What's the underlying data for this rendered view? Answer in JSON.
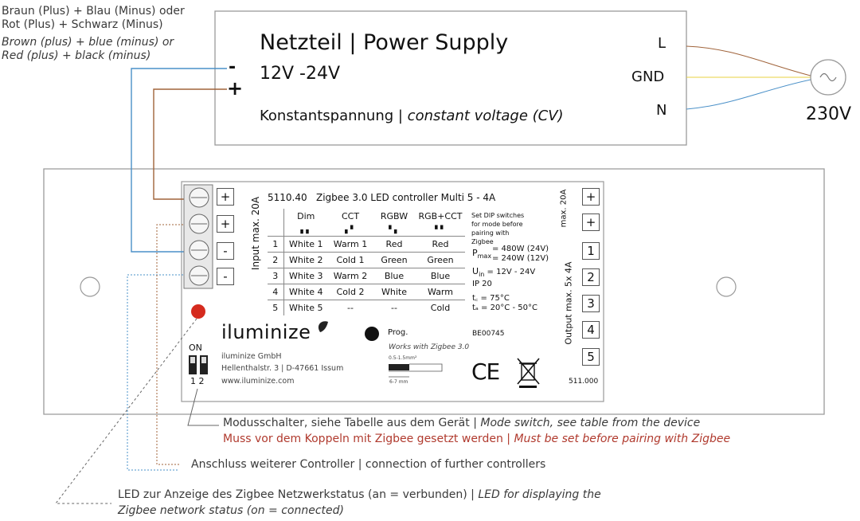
{
  "notes": {
    "wiring_de_1": "Braun (Plus) + Blau (Minus) oder",
    "wiring_de_2": "Rot (Plus) + Schwarz (Minus)",
    "wiring_en_1": "Brown (plus) + blue (minus) or",
    "wiring_en_2": "Red (plus) + black (minus)",
    "mode_switch_de": "Modusschalter, siehe Tabelle aus dem Gerät | ",
    "mode_switch_en": "Mode switch, see table from the device",
    "pairing_de": "Muss vor dem Koppeln mit Zigbee gesetzt werden | ",
    "pairing_en": "Must be set before pairing with Zigbee",
    "connection": "Anschluss weiterer Controller | connection of further controllers",
    "led_de": "LED zur Anzeige des Zigbee Netzwerkstatus (an = verbunden) | ",
    "led_en_1": "LED for displaying the",
    "led_en_2": "Zigbee network status (on = connected)"
  },
  "power_supply": {
    "title": "Netzteil | Power Supply",
    "voltage": "12V -24V",
    "type_de": "Konstantspannung | ",
    "type_en": "constant voltage (CV)",
    "minus": "-",
    "plus": "+",
    "terminals": [
      "L",
      "GND",
      "N"
    ],
    "mains": "230V"
  },
  "controller": {
    "model_no": "5110.40",
    "model_name": "Zigbee 3.0 LED controller Multi 5 - 4A",
    "input_label": "Input max. 20A",
    "input_terminals": [
      "+",
      "+",
      "-",
      "-"
    ],
    "max_label": "max. 20A",
    "max_terminals": [
      "+",
      "+"
    ],
    "output_label": "Output max. 5x 4A",
    "output_terminals": [
      "1",
      "2",
      "3",
      "4",
      "5"
    ],
    "dip_note": "Set DIP switches for mode before pairing with Zigbee",
    "pmax_label": "P",
    "pmax_sub": "max",
    "pmax_24": "= 480W (24V)",
    "pmax_12": "= 240W (12V)",
    "uin_label": "U",
    "uin_sub": "in",
    "uin_val": "= 12V - 24V",
    "ip": "IP 20",
    "tc": "t꜀ = 75°C",
    "ta": "tₐ = 20°C - 50°C",
    "brand": "iluminize",
    "company": "iluminize GmbH",
    "address": "Hellenthalstr. 3 | D-47661 Issum",
    "website": "www.iluminize.com",
    "prog": "Prog.",
    "works_with": "Works with Zigbee 3.0",
    "article": "BE00745",
    "strip_label_top": "0.5-1.5mm²",
    "strip_label_bottom": "6-7 mm",
    "ce": "CE",
    "code": "511.000",
    "dip_on": "ON",
    "dip_numbers": "1 2"
  },
  "mode_table": {
    "headers": [
      "Dim",
      "CCT",
      "RGBW",
      "RGB+CCT"
    ],
    "rows": [
      {
        "n": "1",
        "cells": [
          "White 1",
          "Warm 1",
          "Red",
          "Red"
        ]
      },
      {
        "n": "2",
        "cells": [
          "White 2",
          "Cold 1",
          "Green",
          "Green"
        ]
      },
      {
        "n": "3",
        "cells": [
          "White 3",
          "Warm 2",
          "Blue",
          "Blue"
        ]
      },
      {
        "n": "4",
        "cells": [
          "White 4",
          "Cold 2",
          "White",
          "Warm"
        ]
      },
      {
        "n": "5",
        "cells": [
          "White 5",
          "--",
          "--",
          "Cold"
        ]
      }
    ]
  },
  "colors": {
    "wire_blue": "#4a90c8",
    "wire_brown": "#a0633a",
    "wire_yellow": "#e8d040",
    "led_red": "#d52b1e",
    "note_red": "#b03a2e"
  }
}
